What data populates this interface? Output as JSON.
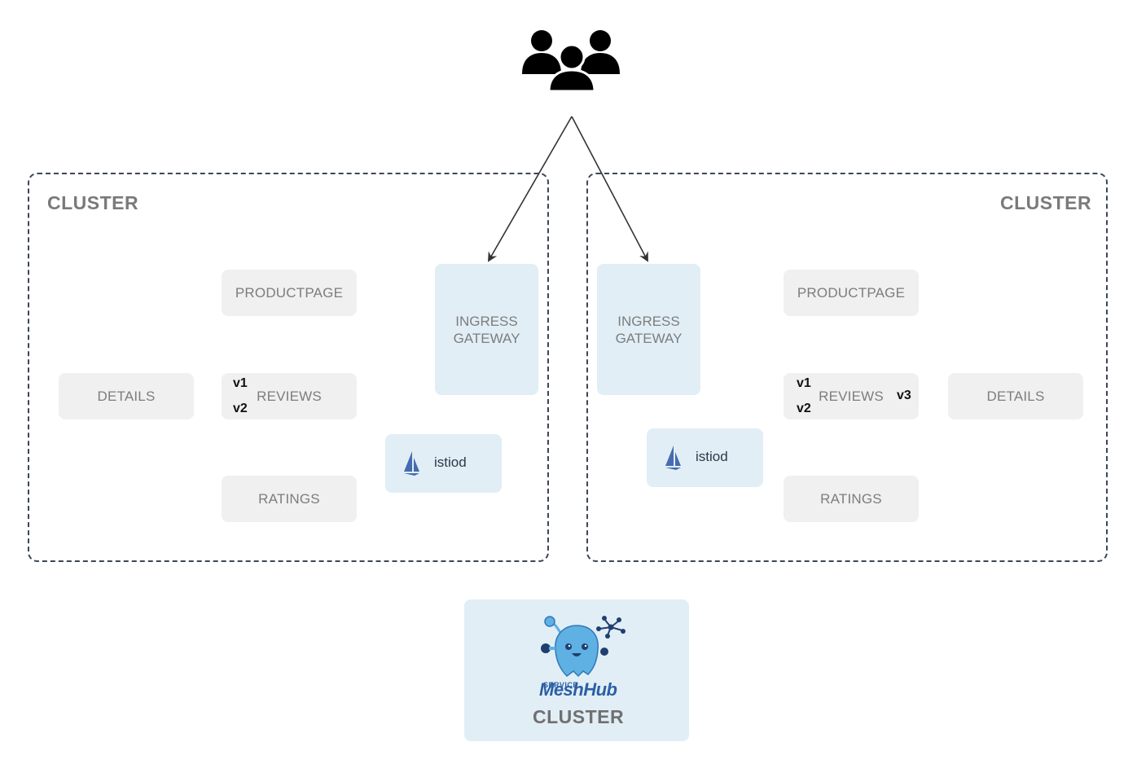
{
  "users": {
    "icon": "users-group-icon"
  },
  "left_cluster": {
    "title": "CLUSTER",
    "productpage": "PRODUCTPAGE",
    "details": "DETAILS",
    "reviews": "REVIEWS",
    "reviews_versions": [
      "v1",
      "v2"
    ],
    "ratings": "RATINGS",
    "ingress_line1": "INGRESS",
    "ingress_line2": "GATEWAY",
    "istiod": "istiod"
  },
  "right_cluster": {
    "title": "CLUSTER",
    "productpage": "PRODUCTPAGE",
    "details": "DETAILS",
    "reviews": "REVIEWS",
    "reviews_versions": [
      "v1",
      "v2",
      "v3"
    ],
    "ratings": "RATINGS",
    "ingress_line1": "INGRESS",
    "ingress_line2": "GATEWAY",
    "istiod": "istiod"
  },
  "meshhub_cluster": {
    "logo_small": "SERVICE",
    "logo_big": "MeshHub",
    "title": "CLUSTER"
  },
  "colors": {
    "dash_border": "#3d4654",
    "service_box": "#f0f0f0",
    "blue_box": "#e1eef6",
    "muted_text": "#7d7d7d",
    "istio_sail": "#466bb0",
    "logo_blue": "#2b5fa5",
    "mascot_blue": "#5fb0e3"
  }
}
